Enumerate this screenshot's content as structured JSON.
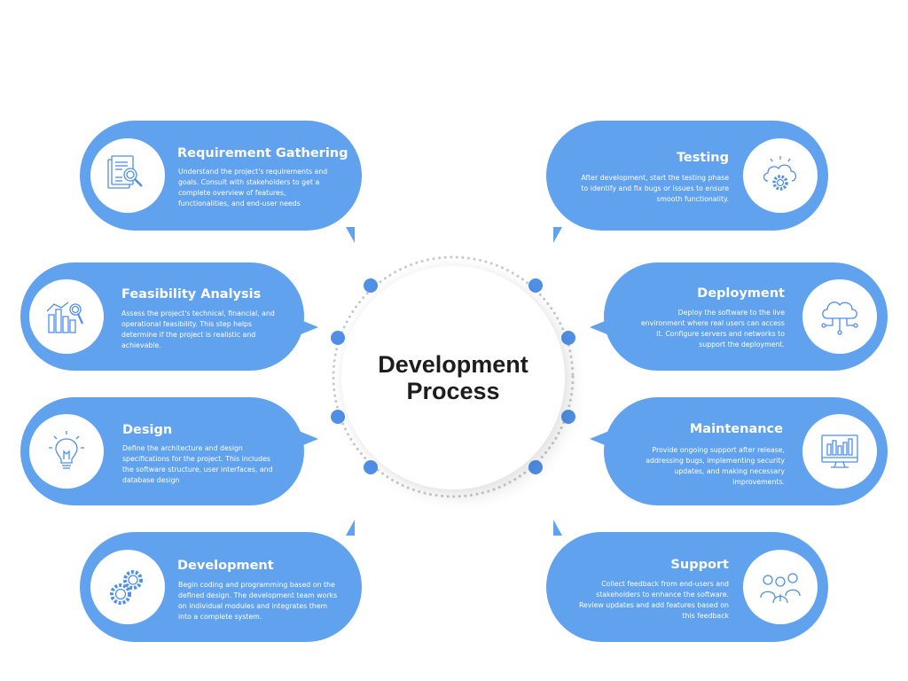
{
  "center": {
    "title_line1": "Development",
    "title_line2": "Process"
  },
  "colors": {
    "card": "#61a2ee",
    "dot": "#4f8fe6",
    "ring": "#c9c9c9",
    "icon_stroke": "#4f8fe6"
  },
  "steps": [
    {
      "title": "Requirement Gathering",
      "description": "Understand the project's requirements and goals. Consult with stakeholders to get a complete overview of features, functionalities, and end-user needs",
      "icon": "document-search-icon"
    },
    {
      "title": "Feasibility Analysis",
      "description": "Assess the project's technical, financial, and operational feasibility. This step helps determine if the project is realistic and achievable.",
      "icon": "bar-chart-magnifier-icon"
    },
    {
      "title": "Design",
      "description": "Define the architecture and design specifications for the project. This includes the software structure, user interfaces, and database design",
      "icon": "light-bulb-icon"
    },
    {
      "title": "Development",
      "description": "Begin coding and programming based on the defined design. The development team works on individual modules and integrates them into a complete system.",
      "icon": "gears-icon"
    },
    {
      "title": "Testing",
      "description": "After development, start the testing phase to identify and fix bugs or issues to ensure smooth functionality.",
      "icon": "cloud-gear-icon"
    },
    {
      "title": "Deployment",
      "description": "Deploy the software to the live environment where real users can access it. Configure servers and networks to support the deployment.",
      "icon": "cloud-network-icon"
    },
    {
      "title": "Maintenance",
      "description": "Provide ongoing support after release, addressing bugs, implementing security updates, and making necessary improvements.",
      "icon": "monitor-chart-icon"
    },
    {
      "title": "Support",
      "description": "Collect feedback from end-users and stakeholders to enhance the software. Review updates and add features based on this feedback",
      "icon": "team-icon"
    }
  ]
}
